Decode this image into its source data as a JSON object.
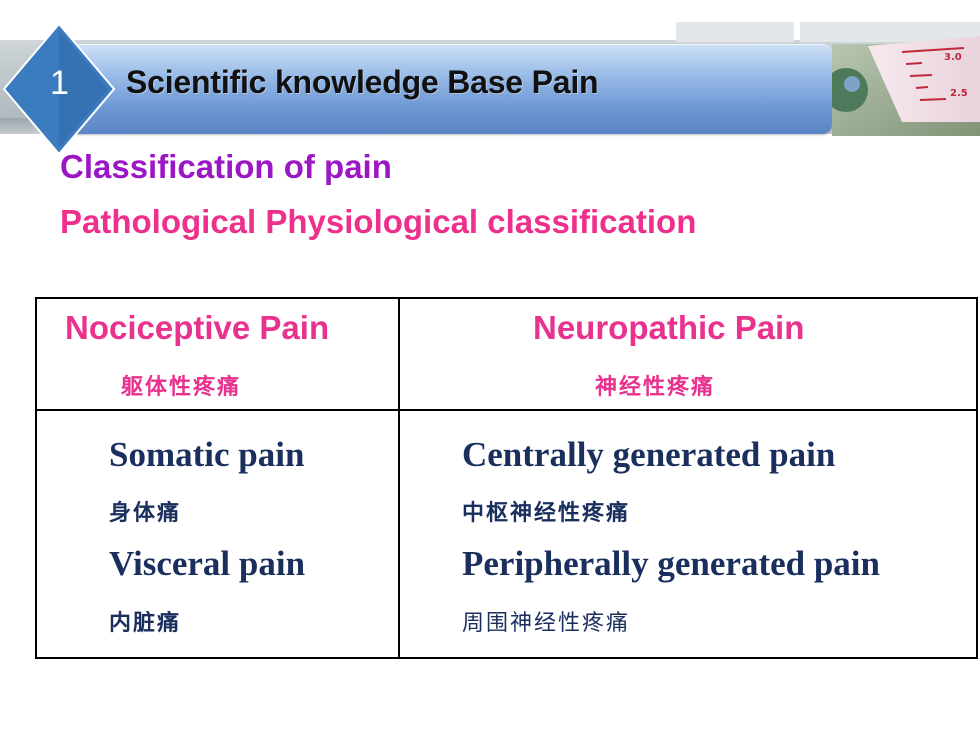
{
  "header": {
    "number": "1",
    "title": "Scientific knowledge Base Pain",
    "ruler_labels": [
      "3.0",
      "2.5"
    ]
  },
  "subtitles": {
    "line1": "Classification of pain",
    "line2": "Pathological Physiological classification"
  },
  "table": {
    "headers": [
      {
        "en": "Nociceptive Pain",
        "zh": "躯体性疼痛"
      },
      {
        "en": "Neuropathic Pain",
        "zh": "神经性疼痛"
      }
    ],
    "rows": {
      "left": [
        {
          "en": "Somatic pain",
          "zh": "身体痛"
        },
        {
          "en": "Visceral pain",
          "zh": "内脏痛"
        }
      ],
      "right": [
        {
          "en": "Centrally generated pain",
          "zh": "中枢神经性疼痛"
        },
        {
          "en": "Peripherally generated pain",
          "zh": "周围神经性疼痛"
        }
      ]
    }
  },
  "colors": {
    "accent_blue": "#3b7bc0",
    "subtitle_purple": "#9b17c4",
    "subtitle_pink": "#ee2f8c",
    "header_pink": "#e8328e",
    "cell_navy": "#1a2f5e"
  }
}
